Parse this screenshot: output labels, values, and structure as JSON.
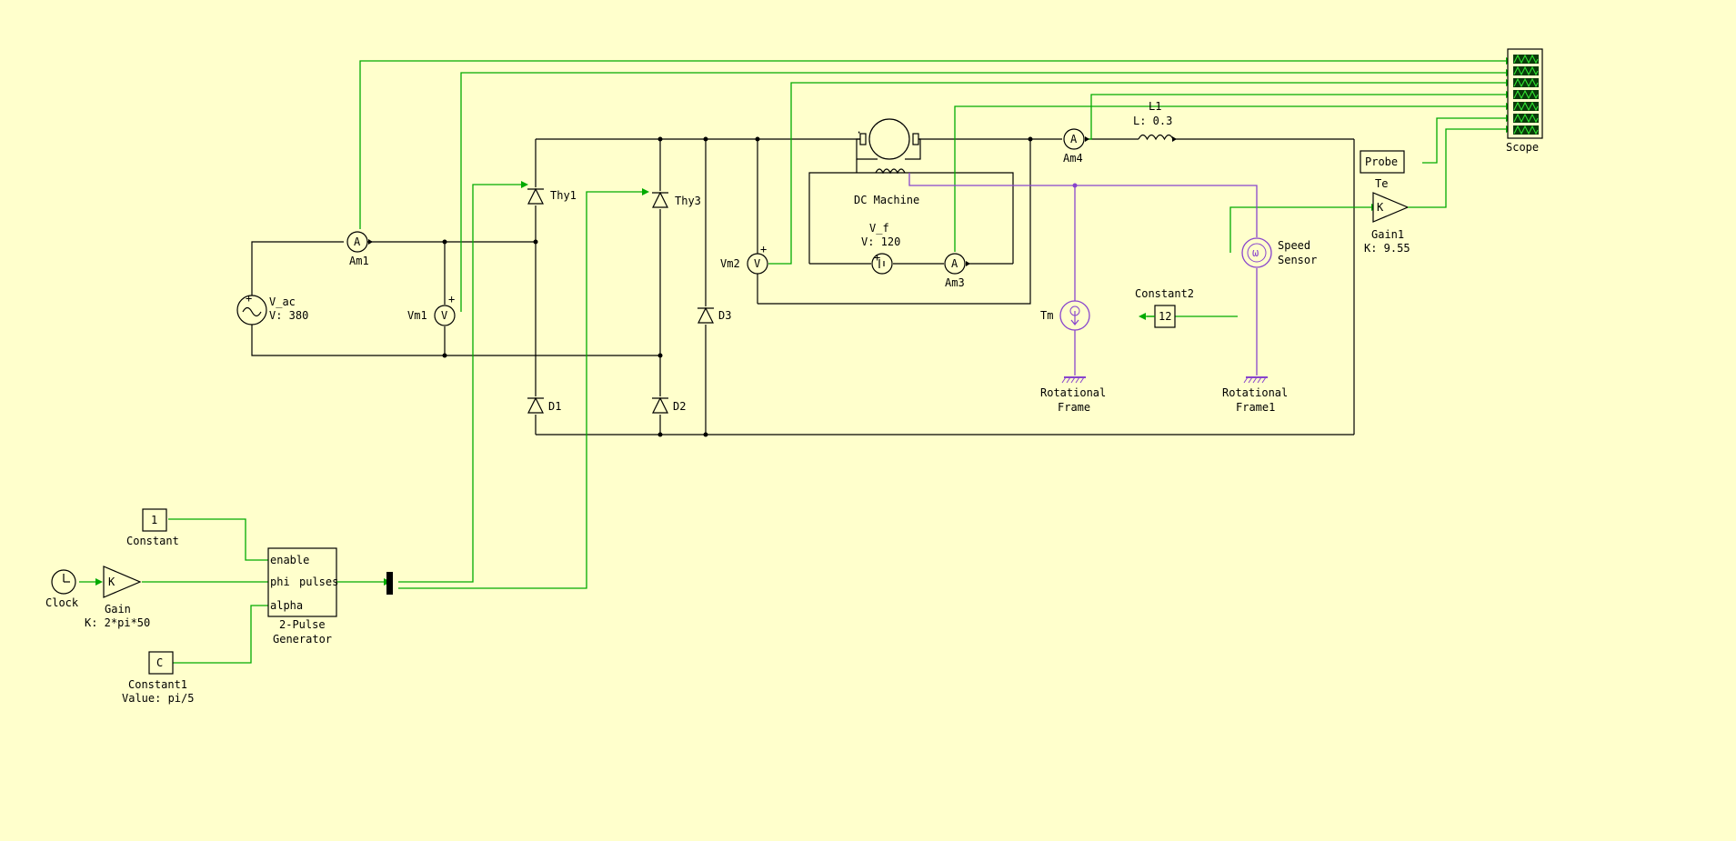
{
  "colors": {
    "background": "#ffffcc",
    "electrical_wire": "#000000",
    "signal_wire": "#00aa00",
    "mechanical_wire": "#8844cc",
    "scope_screen": "#0a3a0a"
  },
  "components": {
    "v_ac": {
      "name": "V_ac",
      "param": "V: 380",
      "icon": "ac-source-icon"
    },
    "am1": {
      "name": "Am1",
      "symbol": "A"
    },
    "vm1": {
      "name": "Vm1",
      "symbol": "V"
    },
    "thy1": {
      "name": "Thy1"
    },
    "thy3": {
      "name": "Thy3"
    },
    "d1": {
      "name": "D1"
    },
    "d2": {
      "name": "D2"
    },
    "d3": {
      "name": "D3"
    },
    "vm2": {
      "name": "Vm2",
      "symbol": "V"
    },
    "dc_machine": {
      "name": "DC Machine"
    },
    "v_f": {
      "name": "V_f",
      "param": "V: 120"
    },
    "am3": {
      "name": "Am3",
      "symbol": "A"
    },
    "am4": {
      "name": "Am4",
      "symbol": "A"
    },
    "l1": {
      "name": "L1",
      "param": "L: 0.3"
    },
    "probe": {
      "label": "Probe",
      "name": "Te"
    },
    "gain1": {
      "symbol": "K",
      "name": "Gain1",
      "param": "K: 9.55"
    },
    "scope": {
      "name": "Scope"
    },
    "speed_sensor": {
      "name_line1": "Speed",
      "name_line2": "Sensor",
      "symbol": "ω"
    },
    "tm": {
      "name": "Tm"
    },
    "constant2": {
      "name": "Constant2",
      "value": "12"
    },
    "rot_frame": {
      "line1": "Rotational",
      "line2": "Frame"
    },
    "rot_frame1": {
      "line1": "Rotational",
      "line2": "Frame1"
    },
    "constant": {
      "name": "Constant",
      "value": "1"
    },
    "clock": {
      "name": "Clock"
    },
    "gain": {
      "symbol": "K",
      "name": "Gain",
      "param": "K: 2*pi*50"
    },
    "pulse_gen": {
      "line1": "2-Pulse",
      "line2": "Generator",
      "port_enable": "enable",
      "port_phi": "phi",
      "port_alpha": "alpha",
      "port_pulses": "pulses"
    },
    "constant1": {
      "name": "Constant1",
      "value": "C",
      "param": "Value: pi/5"
    }
  }
}
